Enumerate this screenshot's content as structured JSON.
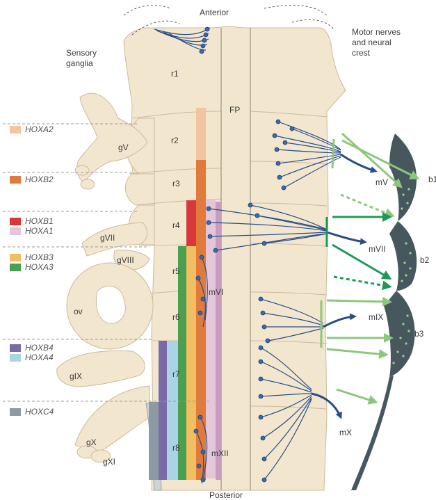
{
  "labels": {
    "anterior": "Anterior",
    "posterior": "Posterior",
    "sensory_line1": "Sensory",
    "sensory_line2": "ganglia",
    "motor_line1": "Motor nerves",
    "motor_line2": "and neural",
    "motor_line3": "crest",
    "fp": "FP",
    "ov": "ov"
  },
  "rhombomeres": [
    "r1",
    "r2",
    "r3",
    "r4",
    "r5",
    "r6",
    "r7",
    "r8"
  ],
  "ganglia": [
    "gV",
    "gVII",
    "gVIII",
    "gIX",
    "gX",
    "gXI"
  ],
  "motor_nuclei": [
    "mVI",
    "mXII"
  ],
  "motor_nerves": [
    "mV",
    "mVII",
    "mIX",
    "mX"
  ],
  "arches": [
    "b1",
    "b2",
    "b3"
  ],
  "legend": [
    {
      "gene": "HOXA2",
      "color": "#f2c4a0"
    },
    {
      "gene": "HOXB2",
      "color": "#e07b3c"
    },
    {
      "gene": "HOXB1",
      "color": "#d8383a"
    },
    {
      "gene": "HOXA1",
      "color": "#e4c6d8"
    },
    {
      "gene": "HOXB3",
      "color": "#f2be62"
    },
    {
      "gene": "HOXA3",
      "color": "#4c9e50"
    },
    {
      "gene": "HOXB4",
      "color": "#7a6ba8"
    },
    {
      "gene": "HOXA4",
      "color": "#a8d4e4"
    },
    {
      "gene": "HOXC4",
      "color": "#8c9aa3"
    }
  ],
  "colors": {
    "tissue": "#f3e6cf",
    "outline": "#cbb99c",
    "neuron": "#274e86",
    "arrow_light": "#8cc77c",
    "arrow_dark": "#1f9a55",
    "arch": "#46585d"
  }
}
